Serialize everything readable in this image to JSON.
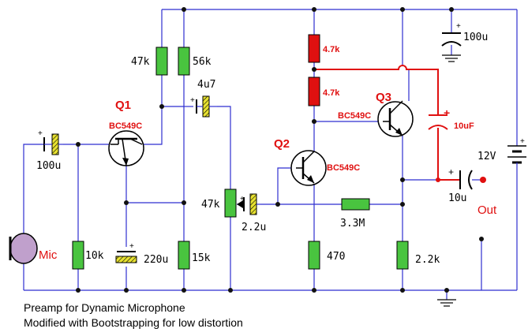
{
  "transistors": [
    {
      "name": "Q1",
      "type": "BC549C"
    },
    {
      "name": "Q2",
      "type": "BC549C"
    },
    {
      "name": "Q3",
      "type": "BC549C"
    }
  ],
  "resistors": {
    "r1": "47k",
    "r2": "56k",
    "r3": "4.7k",
    "r4": "4.7k",
    "r5": "10k",
    "r6": "15k",
    "r7": "470",
    "r8": "2.2k",
    "r9": "3.3M",
    "pot": "47k"
  },
  "capacitors": {
    "c_in": "100u",
    "c1": "4u7",
    "c2": "220u",
    "c3": "2.2u",
    "c_supply": "100u",
    "c_boot": "10uF",
    "c_out": "10u"
  },
  "supply": "12V",
  "labels": {
    "mic": "Mic",
    "out": "Out"
  },
  "caption": {
    "line1": "Preamp for Dynamic Microphone",
    "line2": "Modified with Bootstrapping for low distortion"
  },
  "colors": {
    "wire": "#2f2fd0",
    "highlight": "#e01010",
    "resistor": "#49c43f",
    "capacitor": "#e8e230"
  }
}
